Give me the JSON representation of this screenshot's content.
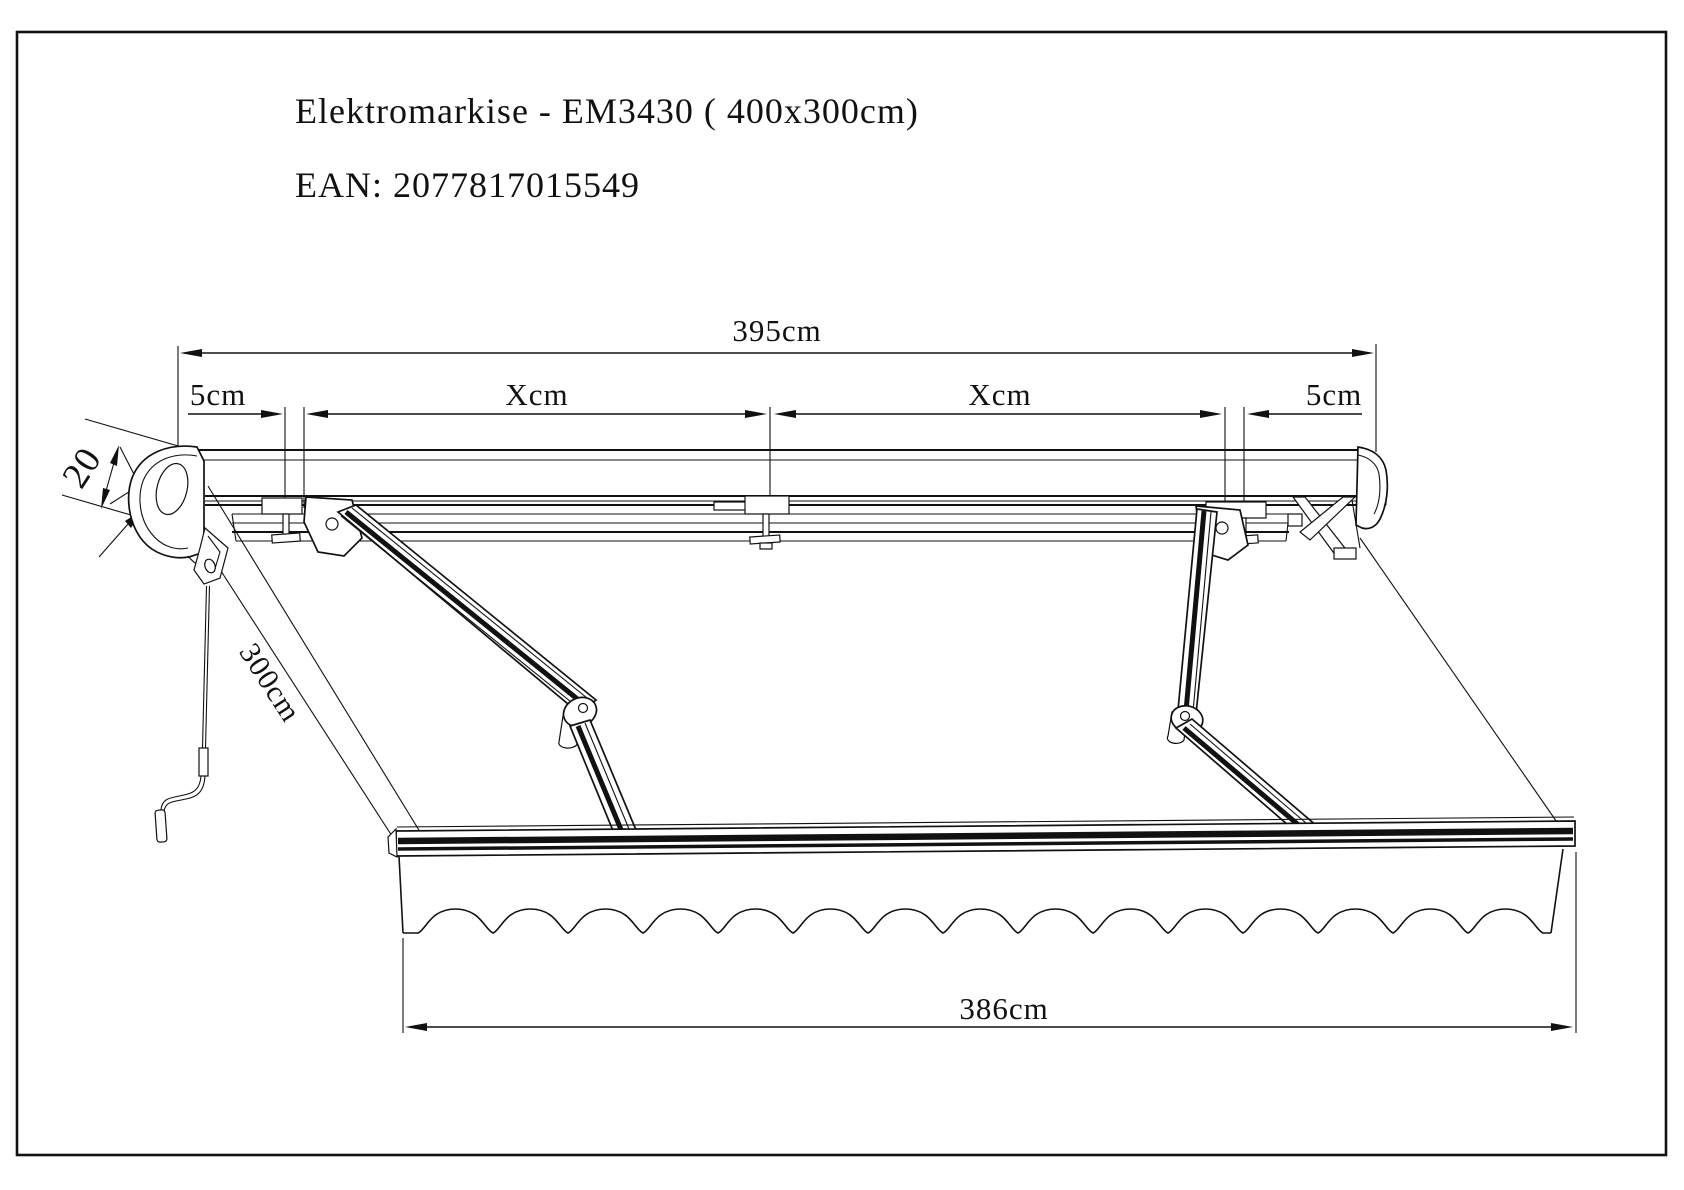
{
  "document": {
    "title_line": "Elektromarkise - EM3430 ( 400x300cm)",
    "ean_line": "EAN: 2077817015549"
  },
  "dimensions": {
    "total_width_label": "395cm",
    "left_offset_label": "5cm",
    "left_span_label": "Xcm",
    "right_span_label": "Xcm",
    "right_offset_label": "5cm",
    "cassette_size_label": "20",
    "projection_label": "300cm",
    "front_bar_label": "386cm"
  },
  "colors": {
    "ink": "#111111",
    "paper": "#ffffff"
  }
}
